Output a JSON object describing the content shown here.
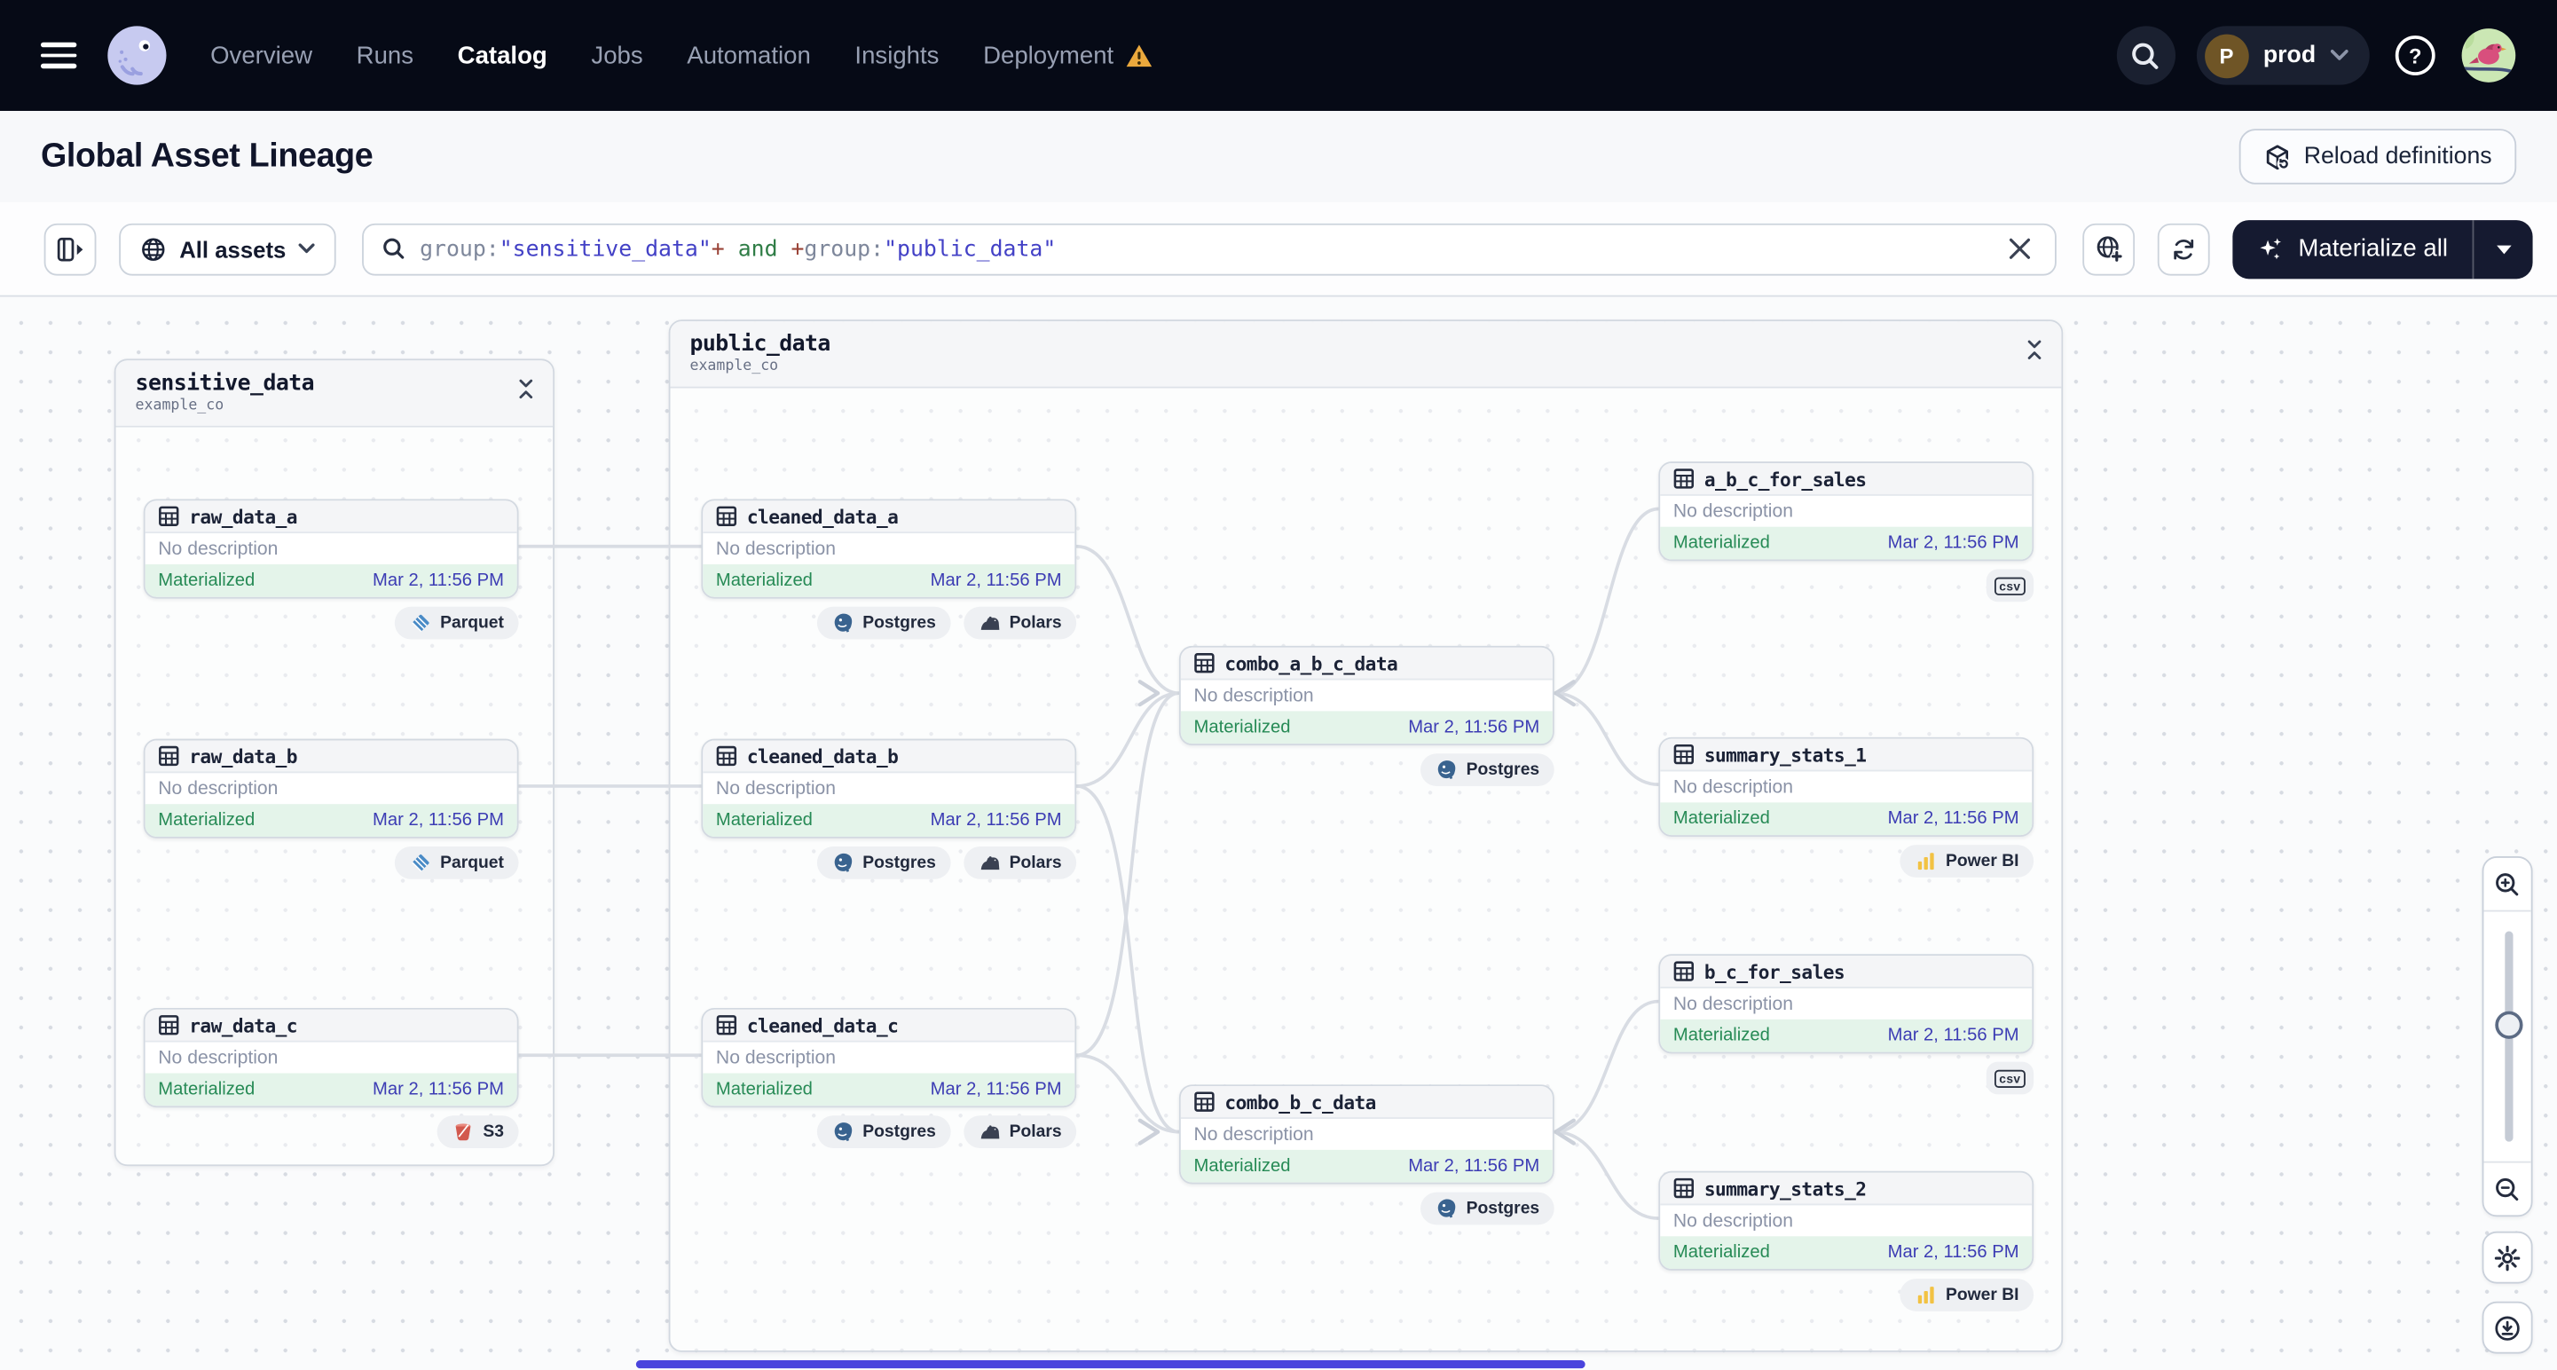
{
  "nav": {
    "items": [
      {
        "label": "Overview",
        "active": false
      },
      {
        "label": "Runs",
        "active": false
      },
      {
        "label": "Catalog",
        "active": true
      },
      {
        "label": "Jobs",
        "active": false
      },
      {
        "label": "Automation",
        "active": false
      },
      {
        "label": "Insights",
        "active": false
      },
      {
        "label": "Deployment",
        "active": false
      }
    ],
    "environment": {
      "initial": "P",
      "name": "prod"
    }
  },
  "header": {
    "title": "Global Asset Lineage",
    "reload_button": "Reload definitions"
  },
  "toolbar": {
    "scope_button": "All assets",
    "materialize_button": "Materialize all",
    "search": {
      "tokens": [
        {
          "text": "group:",
          "type": "key"
        },
        {
          "text": "\"sensitive_data\"",
          "type": "string"
        },
        {
          "text": "+",
          "type": "op"
        },
        {
          "text": " and ",
          "type": "logic"
        },
        {
          "text": "+",
          "type": "op"
        },
        {
          "text": "group:",
          "type": "key"
        },
        {
          "text": "\"public_data\"",
          "type": "string"
        }
      ]
    }
  },
  "canvas": {
    "groups": [
      {
        "name": "sensitive_data",
        "repo": "example_co",
        "nodes": [
          {
            "name": "raw_data_a",
            "description": "No description",
            "status": "Materialized",
            "timestamp": "Mar 2, 11:56 PM",
            "tags": [
              "Parquet"
            ]
          },
          {
            "name": "raw_data_b",
            "description": "No description",
            "status": "Materialized",
            "timestamp": "Mar 2, 11:56 PM",
            "tags": [
              "Parquet"
            ]
          },
          {
            "name": "raw_data_c",
            "description": "No description",
            "status": "Materialized",
            "timestamp": "Mar 2, 11:56 PM",
            "tags": [
              "S3"
            ]
          }
        ]
      },
      {
        "name": "public_data",
        "repo": "example_co",
        "nodes": [
          {
            "name": "cleaned_data_a",
            "description": "No description",
            "status": "Materialized",
            "timestamp": "Mar 2, 11:56 PM",
            "tags": [
              "Postgres",
              "Polars"
            ]
          },
          {
            "name": "cleaned_data_b",
            "description": "No description",
            "status": "Materialized",
            "timestamp": "Mar 2, 11:56 PM",
            "tags": [
              "Postgres",
              "Polars"
            ]
          },
          {
            "name": "cleaned_data_c",
            "description": "No description",
            "status": "Materialized",
            "timestamp": "Mar 2, 11:56 PM",
            "tags": [
              "Postgres",
              "Polars"
            ]
          },
          {
            "name": "combo_a_b_c_data",
            "description": "No description",
            "status": "Materialized",
            "timestamp": "Mar 2, 11:56 PM",
            "tags": [
              "Postgres"
            ]
          },
          {
            "name": "combo_b_c_data",
            "description": "No description",
            "status": "Materialized",
            "timestamp": "Mar 2, 11:56 PM",
            "tags": [
              "Postgres"
            ]
          },
          {
            "name": "a_b_c_for_sales",
            "description": "No description",
            "status": "Materialized",
            "timestamp": "Mar 2, 11:56 PM",
            "tags": [
              "csv"
            ]
          },
          {
            "name": "summary_stats_1",
            "description": "No description",
            "status": "Materialized",
            "timestamp": "Mar 2, 11:56 PM",
            "tags": [
              "Power BI"
            ]
          },
          {
            "name": "b_c_for_sales",
            "description": "No description",
            "status": "Materialized",
            "timestamp": "Mar 2, 11:56 PM",
            "tags": [
              "csv"
            ]
          },
          {
            "name": "summary_stats_2",
            "description": "No description",
            "status": "Materialized",
            "timestamp": "Mar 2, 11:56 PM",
            "tags": [
              "Power BI"
            ]
          }
        ]
      }
    ],
    "edges": [
      {
        "from": "raw_data_a",
        "to": "cleaned_data_a"
      },
      {
        "from": "raw_data_b",
        "to": "cleaned_data_b"
      },
      {
        "from": "raw_data_c",
        "to": "cleaned_data_c"
      },
      {
        "from": "cleaned_data_a",
        "to": "combo_a_b_c_data"
      },
      {
        "from": "cleaned_data_b",
        "to": "combo_a_b_c_data"
      },
      {
        "from": "cleaned_data_c",
        "to": "combo_a_b_c_data"
      },
      {
        "from": "cleaned_data_b",
        "to": "combo_b_c_data"
      },
      {
        "from": "cleaned_data_c",
        "to": "combo_b_c_data"
      },
      {
        "from": "combo_a_b_c_data",
        "to": "a_b_c_for_sales"
      },
      {
        "from": "combo_a_b_c_data",
        "to": "summary_stats_1"
      },
      {
        "from": "combo_b_c_data",
        "to": "b_c_for_sales"
      },
      {
        "from": "combo_b_c_data",
        "to": "summary_stats_2"
      }
    ]
  },
  "colors": {
    "nav_bg": "#060a16",
    "accent_indigo": "#4a44dd",
    "materialized_text": "#268a55",
    "materialized_bg": "#e4f4ea",
    "timestamp_text": "#3c3cb4",
    "warning_orange": "#eba93d"
  }
}
